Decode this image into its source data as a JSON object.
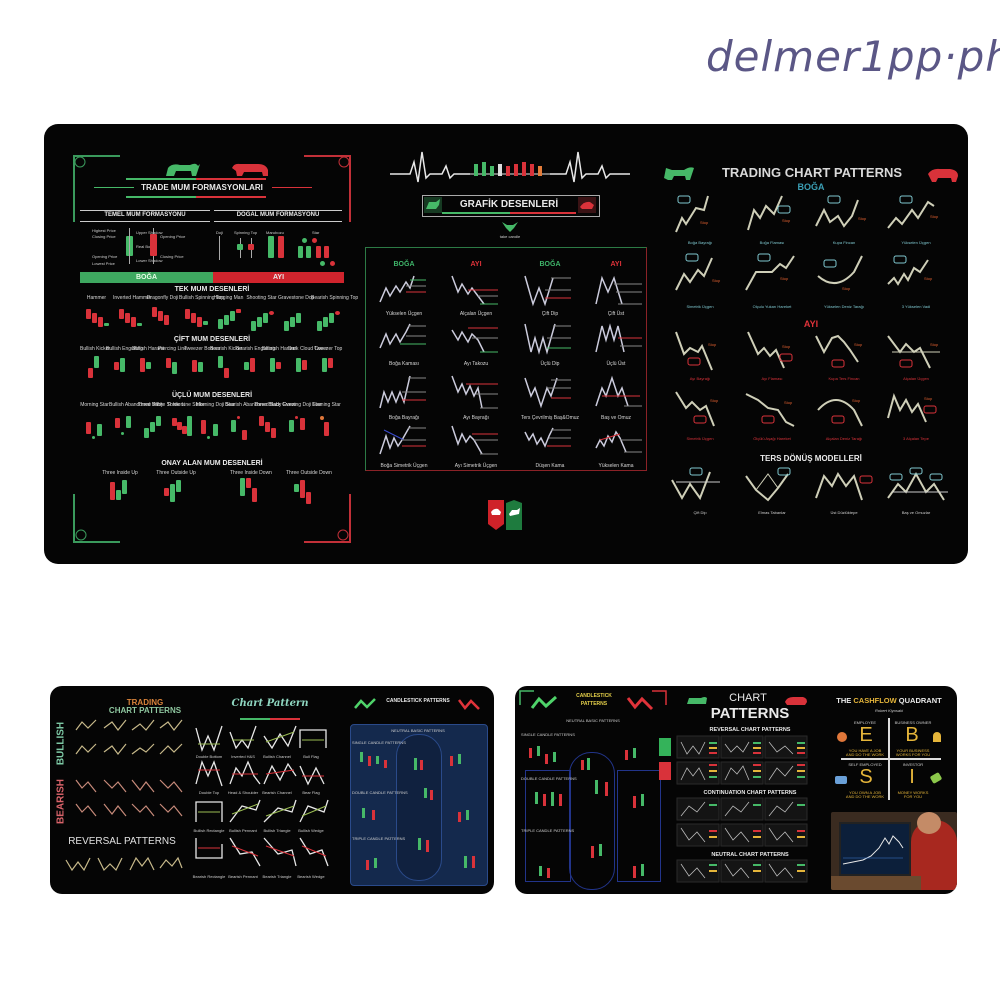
{
  "watermark": "delmer1pp·ph",
  "main_pad": {
    "left_panel": {
      "title": "TRADE MUM FORMASYONLARI",
      "section_basic": "TEMEL MUM FORMASYONU",
      "section_natural": "DOĞAL MUM FORMASYONU",
      "basic_labels": [
        "Highest Price",
        "Closing Price",
        "Opening Price",
        "Lowest Price",
        "Upper Shadow",
        "Real Body",
        "Lower Shadow",
        "Opening Price",
        "Closing Price"
      ],
      "natural_labels": [
        "Doji",
        "Spinning Top",
        "Marubozu",
        "Star"
      ],
      "bull_label": "BOĞA",
      "bear_label": "AYI",
      "single_title": "TEK MUM DESENLERİ",
      "single_items": [
        "Hammer",
        "Inverted Hammer",
        "Dragonfly Doji",
        "Bullish Spinning Top",
        "Hanging Man",
        "Shooting Star",
        "Gravestone Doji",
        "Bearish Spinning Top"
      ],
      "double_title": "ÇİFT MUM DESENLERİ",
      "double_items": [
        "Bullish Kicker",
        "Bullish Engulfing",
        "Bullish Harami",
        "Piercing Line",
        "Tweezer Bottom",
        "Bearish Kicker",
        "Bearish Engulfing",
        "Bearish Harami",
        "Dark Cloud Cover",
        "Tweezer Top"
      ],
      "triple_title": "ÜÇLÜ MUM DESENLERİ",
      "triple_items": [
        "Morning Star",
        "Bullish Abandoned Baby",
        "Three White Soldiers",
        "Three Line Strike",
        "Morning Doji Star",
        "Bearish Abandoned Baby",
        "Three Black Crows",
        "Evening Doji Star",
        "Evening Star"
      ],
      "confirm_title": "ONAY ALAN MUM DESENLERİ",
      "confirm_items": [
        "Three Inside Up",
        "Three Outside Up",
        "Three Inside Down",
        "Three Outside Down"
      ]
    },
    "center_panel": {
      "title": "GRAFİK DESENLERİ",
      "logo_caption": "take candle",
      "column_headers": [
        "BOĞA",
        "AYI",
        "BOĞA",
        "AYI"
      ],
      "patterns": [
        [
          "Yükselen Üçgen",
          "Alçalan Üçgen",
          "Çift Dip",
          "Çift Üst"
        ],
        [
          "Boğa Kaması",
          "Ayı Takozu",
          "Üçlü Dip",
          "Üçlü Üst"
        ],
        [
          "Boğa Bayrağı",
          "Ayı Bayrağı",
          "Ters Çevrilmiş Baş&Omuz",
          "Baş ve Omuz"
        ],
        [
          "Boğa Simetrik Üçgen",
          "Ayı Simetrik Üçgen",
          "Düşen Kama",
          "Yükselen Kama"
        ]
      ]
    },
    "right_panel": {
      "title": "TRADING CHART PATTERNS",
      "bull_section": "BOĞA",
      "bull_patterns": [
        "Boğa Bayrağı",
        "Boğa Flaması",
        "Kupa Fincan",
        "Yükselen Üçgen",
        "Simetrik Üçgen",
        "Olçulu Yukarı Hareket",
        "Yükselen Deniz Tarağı",
        "3 Yükselen Vadi"
      ],
      "bear_section": "AYI",
      "bear_patterns": [
        "Ayı Bayrağı",
        "Ayı Flaması",
        "Kupa Ters Fincan",
        "Alçalan Üçgen",
        "Simetrik Üçgen",
        "Ölçülü Aşağı Hareket",
        "Alçalan Deniz Tarağı",
        "3 Alçalan Tepe"
      ],
      "reversal_section": "TERS DÖNÜŞ MODELLERİ",
      "reversal_patterns": [
        "Çift Dip",
        "Elmas Tabanlar",
        "Üst Düzlüktepe",
        "Baş ve Omuzlar"
      ],
      "buy_tag": "Buy",
      "stop_tag": "Stop"
    }
  },
  "pad_a": {
    "left_title_line1": "TRADING",
    "left_title_line2": "CHART PATTERNS",
    "side_bullish": "BULLISH",
    "side_bearish": "BEARISH",
    "reversal_title": "REVERSAL PATTERNS",
    "chart_title": "Chart Pattern",
    "chart_rows": [
      [
        "Double Bottom",
        "Inverted H&S",
        "Bullish Channel",
        "Bull Flag"
      ],
      [
        "Double Top",
        "Head & Shoulder",
        "Bearish Channel",
        "Bear Flag"
      ],
      [
        "Bullish Rectangle",
        "Bullish Pennant",
        "Bullish Triangle",
        "Bullish Wedge"
      ],
      [
        "Bearish Rectangle",
        "Bearish Pennant",
        "Bearish Triangle",
        "Bearish Wedge"
      ]
    ],
    "candle_title": "CANDLESTICK PATTERNS",
    "candle_sections": [
      "NEUTRAL BASIC PATTERNS",
      "SINGLE CANDLE PATTERNS",
      "DOUBLE CANDLE PATTERNS",
      "TRIPLE CANDLE PATTERNS"
    ]
  },
  "pad_b": {
    "candle_title": "CANDLESTICK PATTERNS",
    "candle_sections": [
      "NEUTRAL BASIC PATTERNS",
      "SINGLE CANDLE PATTERNS",
      "DOUBLE CANDLE PATTERNS",
      "TRIPLE CANDLE PATTERNS"
    ],
    "chart_title_line1": "CHART",
    "chart_title_line2": "PATTERNS",
    "reversal_title": "REVERSAL CHART PATTERNS",
    "continuation_title": "CONTINUATION CHART PATTERNS",
    "neutral_title": "NEUTRAL CHART PATTERNS",
    "cashflow_title_pre": "THE ",
    "cashflow_title_accent": "CASHFLOW",
    "cashflow_title_post": " QUADRANT",
    "cashflow_author": "Robert Kiyosaki",
    "quadrants": [
      {
        "letter": "E",
        "role": "EMPLOYEE",
        "desc": "YOU HAVE A JOB AND DO THE WORK"
      },
      {
        "letter": "B",
        "role": "BUSINESS OWNER",
        "desc": "YOUR BUSINESS WORKS FOR YOU"
      },
      {
        "letter": "S",
        "role": "SELF EMPLOYED",
        "desc": "YOU OWN A JOB AND DO THE WORK"
      },
      {
        "letter": "I",
        "role": "INVESTOR",
        "desc": "MONEY WORKS FOR YOU"
      }
    ]
  },
  "colors": {
    "bull": "#46b968",
    "bear": "#d9323a",
    "pad": "#050505",
    "watermark": "#5b5786",
    "blue_panel": "#14294d",
    "accent_gold": "#e5b53a"
  }
}
